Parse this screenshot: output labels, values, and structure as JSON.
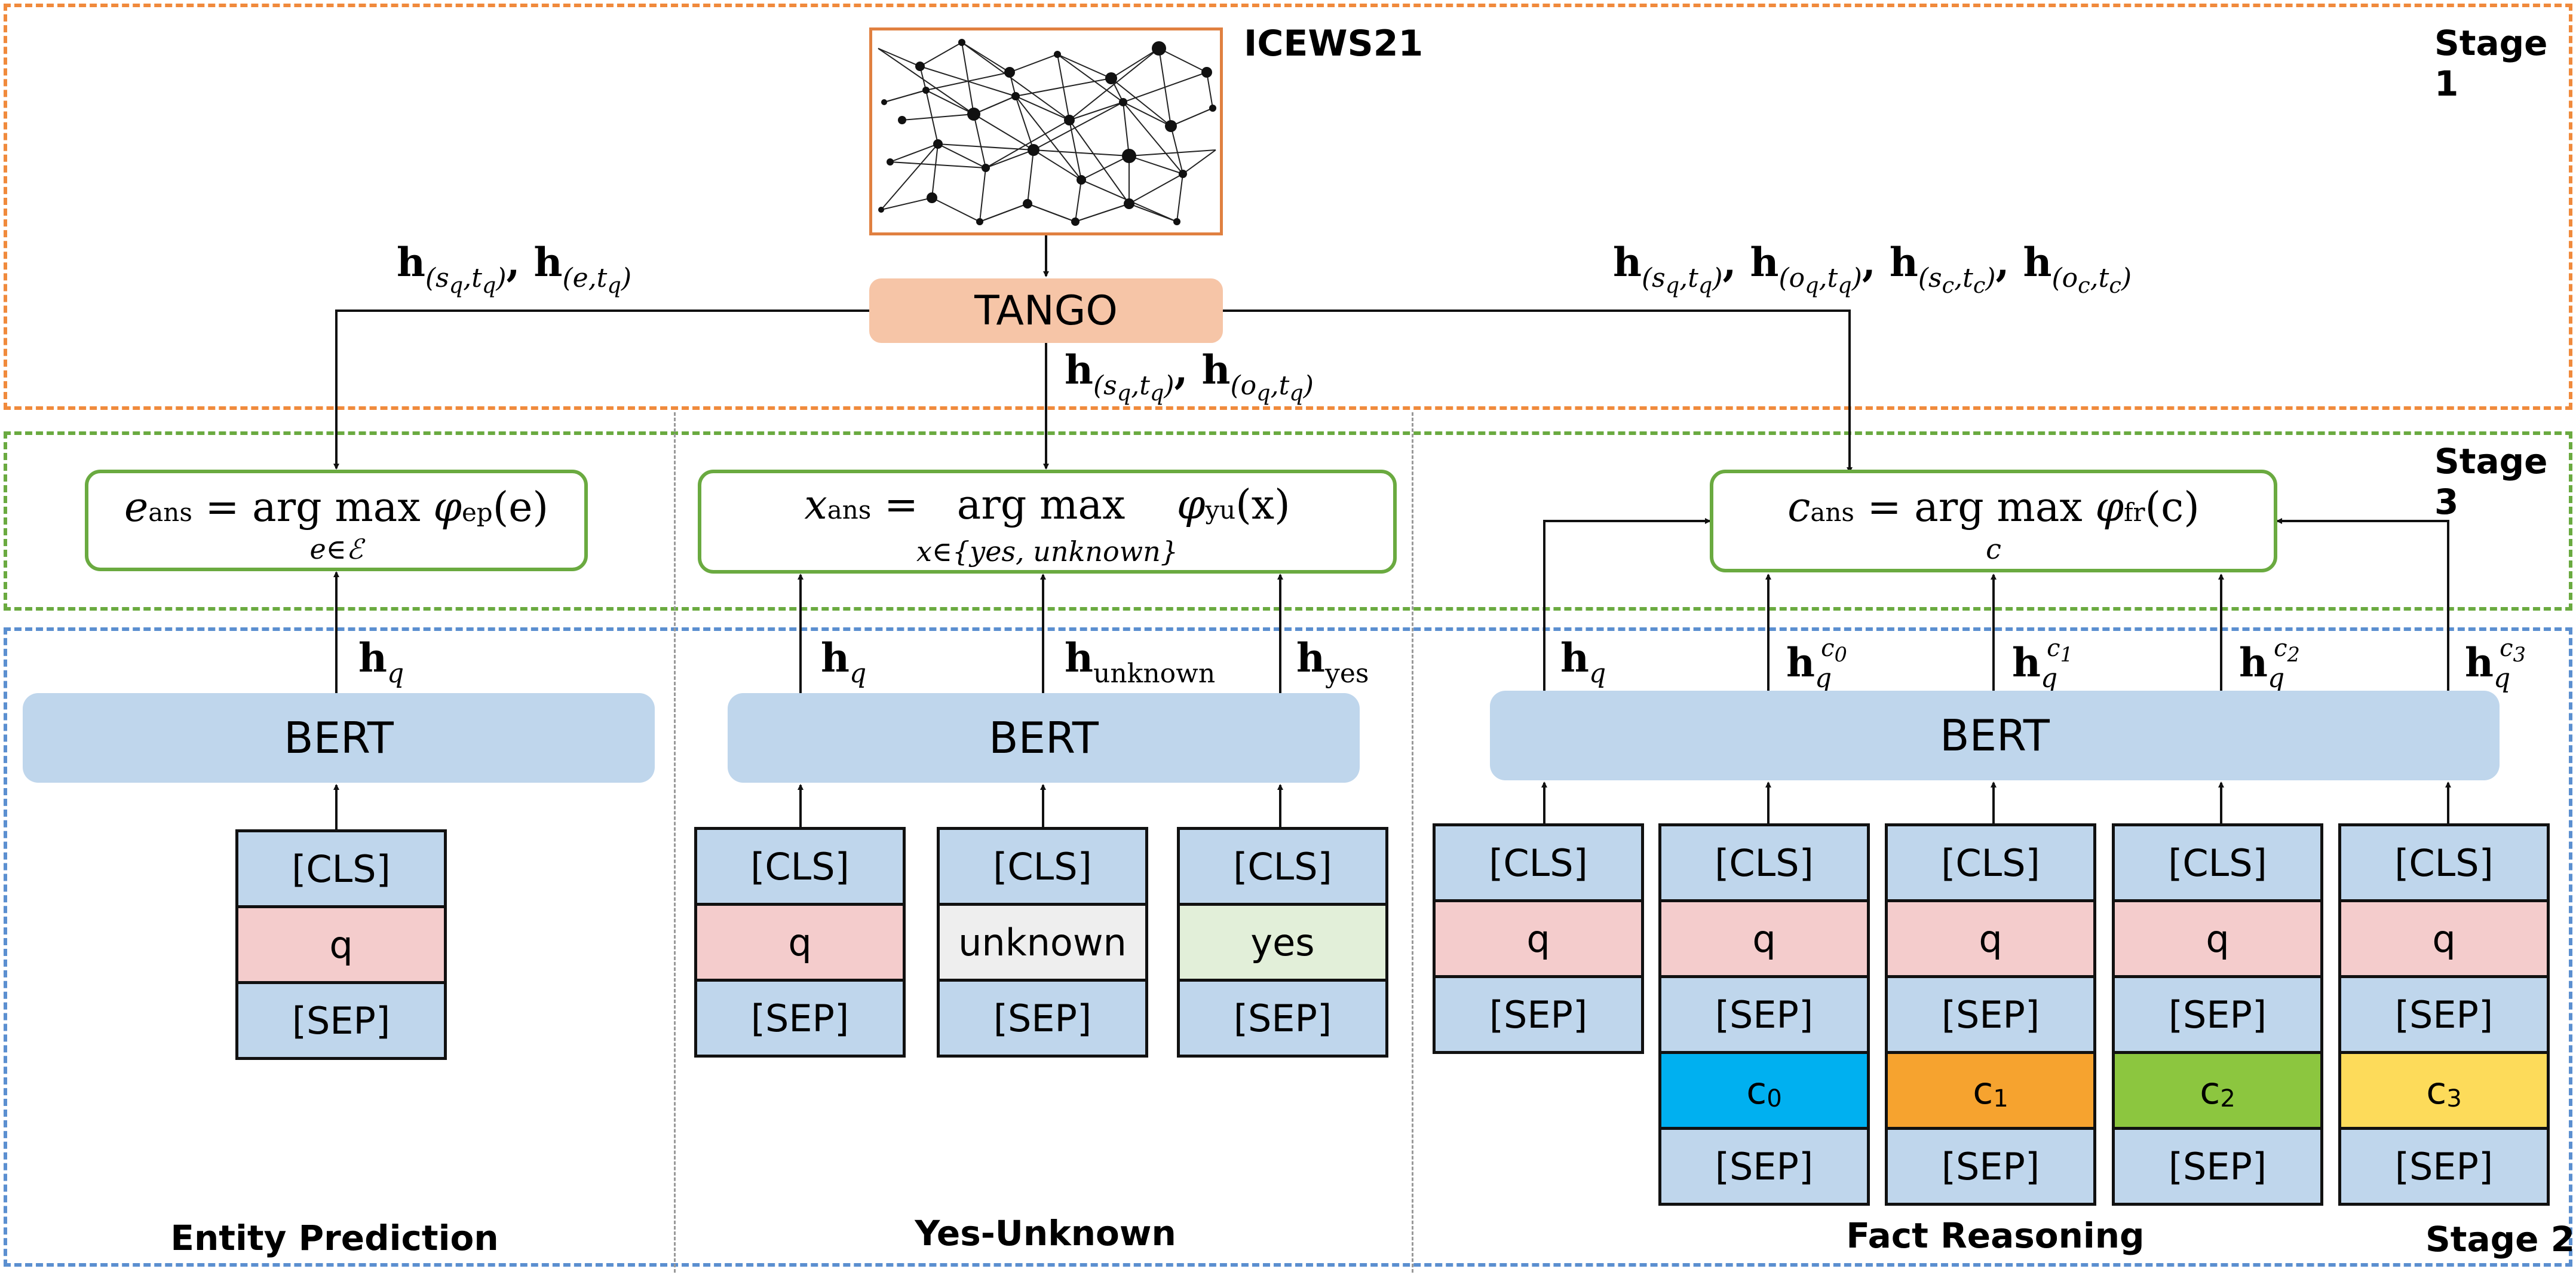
{
  "stages": {
    "stage1": "Stage 1",
    "stage2": "Stage 2",
    "stage3": "Stage 3"
  },
  "colors": {
    "stage1_border": "#f08a3c",
    "stage3_border": "#6aaa40",
    "stage2_border": "#5b8fd0",
    "bert_fill": "#bfd6ec",
    "tango_fill": "#f6c5a7",
    "objective_border": "#6aaa40",
    "cell_default": "#bfd6ec",
    "cell_q": "#f4cccc",
    "cell_unknown": "#eeeeee",
    "cell_yes": "#e2efd9",
    "cell_c0": "#00b0f0",
    "cell_c1": "#f6a32f",
    "cell_c2": "#8cc63f",
    "cell_c3": "#fddb5a"
  },
  "dataset": {
    "label": "ICEWS21",
    "image_icon": "knowledge-graph-network-image"
  },
  "tango": {
    "label": "TANGO"
  },
  "edge_labels": {
    "left": "h(sq,tq), h(e,tq)",
    "center": "h(sq,tq), h(oq,tq)",
    "right": "h(sq,tq), h(oq,tq), h(sc,tc), h(oc,tc)"
  },
  "sections": {
    "entity": {
      "title": "Entity Prediction",
      "objective": {
        "lhs": "e",
        "lhs_sub": "ans",
        "op": "arg max",
        "func": "φ",
        "func_sub": "ep",
        "arg": "(e)",
        "under": "e∈ℰ"
      },
      "bert": "BERT",
      "output_labels": [
        "h_q"
      ],
      "inputs": [
        {
          "cells": [
            {
              "text": "[CLS]",
              "color": "default"
            },
            {
              "text": "q",
              "color": "q"
            },
            {
              "text": "[SEP]",
              "color": "default"
            }
          ]
        }
      ]
    },
    "yesunknown": {
      "title": "Yes-Unknown",
      "objective": {
        "lhs": "x",
        "lhs_sub": "ans",
        "op": "arg max",
        "func": "φ",
        "func_sub": "yu",
        "arg": "(x)",
        "under": "x∈{yes, unknown}"
      },
      "bert": "BERT",
      "output_labels": [
        "h_q",
        "h_unknown",
        "h_yes"
      ],
      "inputs": [
        {
          "cells": [
            {
              "text": "[CLS]",
              "color": "default"
            },
            {
              "text": "q",
              "color": "q"
            },
            {
              "text": "[SEP]",
              "color": "default"
            }
          ]
        },
        {
          "cells": [
            {
              "text": "[CLS]",
              "color": "default"
            },
            {
              "text": "unknown",
              "color": "unknown"
            },
            {
              "text": "[SEP]",
              "color": "default"
            }
          ]
        },
        {
          "cells": [
            {
              "text": "[CLS]",
              "color": "default"
            },
            {
              "text": "yes",
              "color": "yes"
            },
            {
              "text": "[SEP]",
              "color": "default"
            }
          ]
        }
      ]
    },
    "fact": {
      "title": "Fact Reasoning",
      "objective": {
        "lhs": "c",
        "lhs_sub": "ans",
        "op": "arg max",
        "func": "φ",
        "func_sub": "fr",
        "arg": "(c)",
        "under": "c"
      },
      "bert": "BERT",
      "output_labels": [
        "h_q",
        "h_q^c0",
        "h_q^c1",
        "h_q^c2",
        "h_q^c3"
      ],
      "inputs": [
        {
          "cells": [
            {
              "text": "[CLS]",
              "color": "default"
            },
            {
              "text": "q",
              "color": "q"
            },
            {
              "text": "[SEP]",
              "color": "default"
            }
          ]
        },
        {
          "cells": [
            {
              "text": "[CLS]",
              "color": "default"
            },
            {
              "text": "q",
              "color": "q"
            },
            {
              "text": "[SEP]",
              "color": "default"
            },
            {
              "text": "c",
              "sub": "0",
              "color": "c0"
            },
            {
              "text": "[SEP]",
              "color": "default"
            }
          ]
        },
        {
          "cells": [
            {
              "text": "[CLS]",
              "color": "default"
            },
            {
              "text": "q",
              "color": "q"
            },
            {
              "text": "[SEP]",
              "color": "default"
            },
            {
              "text": "c",
              "sub": "1",
              "color": "c1"
            },
            {
              "text": "[SEP]",
              "color": "default"
            }
          ]
        },
        {
          "cells": [
            {
              "text": "[CLS]",
              "color": "default"
            },
            {
              "text": "q",
              "color": "q"
            },
            {
              "text": "[SEP]",
              "color": "default"
            },
            {
              "text": "c",
              "sub": "2",
              "color": "c2"
            },
            {
              "text": "[SEP]",
              "color": "default"
            }
          ]
        },
        {
          "cells": [
            {
              "text": "[CLS]",
              "color": "default"
            },
            {
              "text": "q",
              "color": "q"
            },
            {
              "text": "[SEP]",
              "color": "default"
            },
            {
              "text": "c",
              "sub": "3",
              "color": "c3"
            },
            {
              "text": "[SEP]",
              "color": "default"
            }
          ]
        }
      ]
    }
  }
}
